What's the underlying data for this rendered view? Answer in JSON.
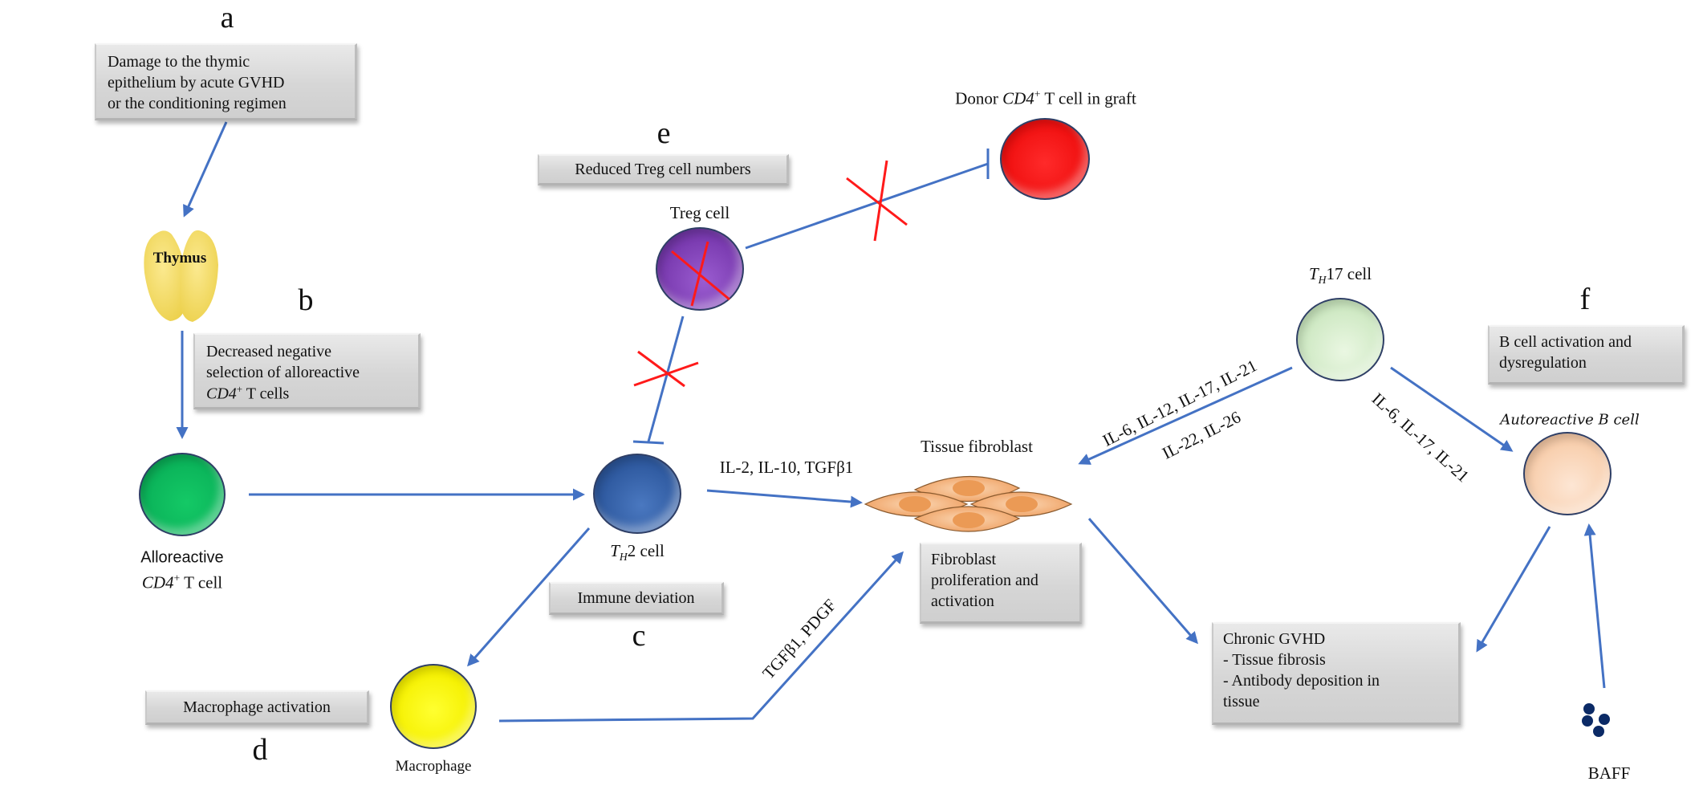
{
  "panel_letters": {
    "a": "a",
    "b": "b",
    "c": "c",
    "d": "d",
    "e": "e",
    "f": "f"
  },
  "boxes": {
    "a": [
      "Damage to the thymic",
      "epithelium by acute GVHD",
      "or the conditioning regimen"
    ],
    "b": [
      "Decreased negative",
      "selection of alloreactive",
      "T cells"
    ],
    "b_cd4": "CD4",
    "b_sup": "+",
    "c": "Immune deviation",
    "d": "Macrophage activation",
    "e": "Reduced Treg cell numbers",
    "f": [
      "B cell activation and",
      "dysregulation"
    ],
    "fibroblast": [
      "Fibroblast",
      "proliferation and",
      "activation"
    ],
    "chronic": [
      "Chronic GVHD",
      "- Tissue fibrosis",
      "- Antibody deposition in",
      "tissue"
    ]
  },
  "nodes": {
    "thymus": {
      "label": "Thymus",
      "color": "#f3d75a"
    },
    "alloreactive": {
      "label_line1": "Alloreactive",
      "label_cd4": "CD4",
      "label_sup": "+",
      "label_rest": " T cell",
      "color": "#0bb45a"
    },
    "th2": {
      "label_t": "T",
      "label_sub": "H",
      "label_rest": "2 cell",
      "color": "#2f5aa0"
    },
    "treg": {
      "label": "Treg cell",
      "color": "#7a3bb0"
    },
    "donor": {
      "label_pre": "Donor ",
      "label_cd4": "CD4",
      "label_sup": "+",
      "label_rest": " T cell in graft",
      "color": "#f01010"
    },
    "fibroblast": {
      "label": "Tissue fibroblast",
      "color": "#f0a263"
    },
    "macrophage": {
      "label": "Macrophage",
      "color": "#f5f000"
    },
    "th17": {
      "label_t": "T",
      "label_sub": "H",
      "label_rest": "17 cell",
      "color": "#cfe9c4"
    },
    "bcell": {
      "label": "Autoreactive B cell",
      "color": "#f8cfae"
    },
    "baff": {
      "label": "BAFF",
      "color": "#0b2a66"
    }
  },
  "edge_labels": {
    "th2_to_fibroblast": "IL-2, IL-10, TGFβ1",
    "macrophage_to_fibroblast": "TGFβ1, PDGF",
    "th17_to_fibroblast_1": "IL-6, IL-12, IL-17, IL-21",
    "th17_to_fibroblast_2": "IL-22, IL-26",
    "th17_to_bcell": "IL-6, IL-17, IL-21"
  },
  "colors": {
    "arrow": "#4472c4",
    "inhibit_cross": "#ff1a1a"
  }
}
